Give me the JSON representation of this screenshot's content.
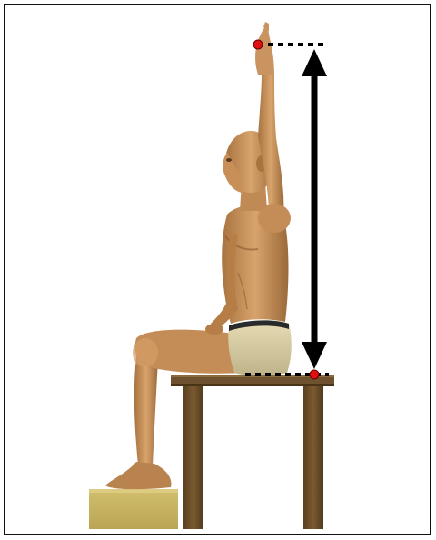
{
  "figure": {
    "subject": "seated-person-reaching-up",
    "measurement": "overhead-reach-height",
    "markers": [
      "fingertip-marker",
      "seat-surface-marker"
    ]
  },
  "colors": {
    "border": "#111111",
    "skin": "#c9935f",
    "skin_shadow": "#9a6a3c",
    "shorts": "#d8cfa4",
    "waistband": "#2a2a2a",
    "stool": "#6b4e2c",
    "stool_dark": "#4e381e",
    "footrest": "#c8b464",
    "marker": "#e01010",
    "arrow": "#000000"
  }
}
